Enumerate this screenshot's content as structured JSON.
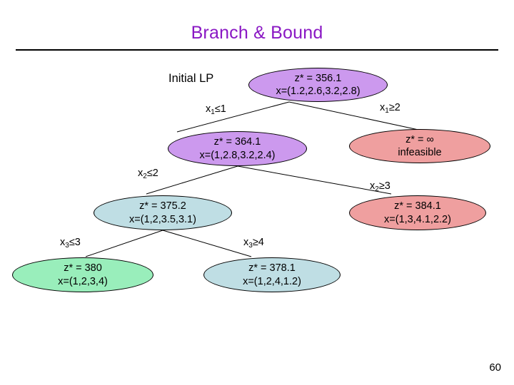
{
  "slide": {
    "title": "Branch & Bound",
    "page_number": "60",
    "title_color": "#8a18c4"
  },
  "labels": {
    "initial_lp": "Initial LP"
  },
  "nodes": [
    {
      "id": "root",
      "line1": "z* = 356.1",
      "line2": "x=(1.2,2.6,3.2,2.8)",
      "color": "#cc99ee"
    },
    {
      "id": "left-l2",
      "line1": "z* = 364.1",
      "line2": "x=(1,2.8,3.2,2.4)",
      "color": "#cc99ee"
    },
    {
      "id": "right-l2",
      "line1": "z* = ∞",
      "line2": "infeasible",
      "color": "#ef9f9f"
    },
    {
      "id": "left-l3",
      "line1": "z* = 375.2",
      "line2": "x=(1,2,3.5,3.1)",
      "color": "#bfdee4"
    },
    {
      "id": "right-l3",
      "line1": "z* = 384.1",
      "line2": "x=(1,3,4.1,2.2)",
      "color": "#ef9f9f"
    },
    {
      "id": "left-l4",
      "line1": "z* = 380",
      "line2": "x=(1,2,3,4)",
      "color": "#99eebb"
    },
    {
      "id": "right-l4",
      "line1": "z* = 378.1",
      "line2": "x=(1,2,4,1.2)",
      "color": "#bfdee4"
    }
  ],
  "branches": [
    {
      "id": "x1-le-1",
      "var": "x",
      "sub": "1",
      "rel": "≤1"
    },
    {
      "id": "x1-ge-2",
      "var": "x",
      "sub": "1",
      "rel": "≥2"
    },
    {
      "id": "x2-le-2",
      "var": "x",
      "sub": "2",
      "rel": "≤2"
    },
    {
      "id": "x2-ge-3",
      "var": "x",
      "sub": "2",
      "rel": "≥3"
    },
    {
      "id": "x3-le-3",
      "var": "x",
      "sub": "3",
      "rel": "≤3"
    },
    {
      "id": "x3-ge-4",
      "var": "x",
      "sub": "3",
      "rel": "≥4"
    }
  ]
}
